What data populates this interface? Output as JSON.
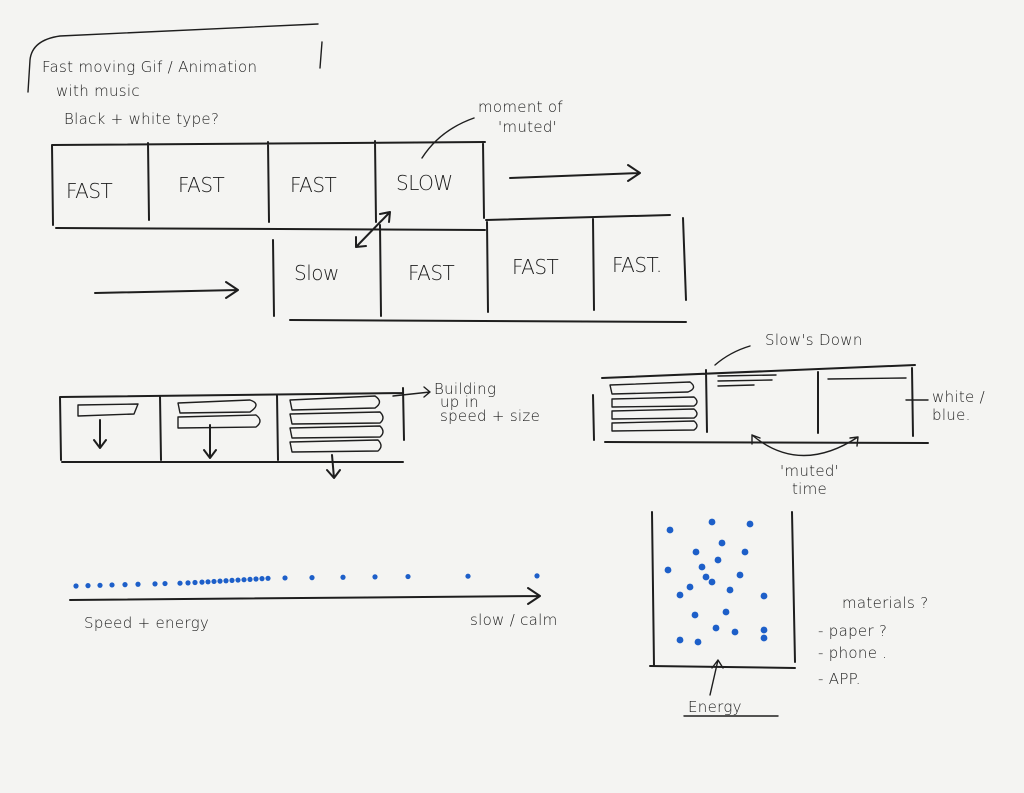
{
  "title_note": {
    "line1": "Fast moving Gif / Animation",
    "line2": "with music",
    "line3": "Black + white type?"
  },
  "storyboard_row1": {
    "frames": [
      "FAST",
      "FAST",
      "FAST",
      "SLOW"
    ],
    "annotation_line1": "moment of",
    "annotation_line2": "'muted'"
  },
  "storyboard_row2": {
    "frames": [
      "Slow",
      "FAST",
      "FAST",
      "FAST."
    ]
  },
  "building_sketch": {
    "annotation_line1": "Building",
    "annotation_line2": "up in",
    "annotation_line3": "speed + size"
  },
  "slowdown_sketch": {
    "top_annotation": "Slow's Down",
    "side_annotation_line1": "white /",
    "side_annotation_line2": "blue.",
    "bottom_annotation_line1": "'muted'",
    "bottom_annotation_line2": "time"
  },
  "dot_timeline": {
    "left_label": "Speed + energy",
    "right_label": "slow / calm"
  },
  "scatter_sketch": {
    "label": "Energy"
  },
  "materials": {
    "heading": "materials ?",
    "items": [
      "- paper ?",
      "- phone .",
      "- APP."
    ]
  },
  "colors": {
    "ink": "#1e1e1e",
    "dots": "#1d5fc9",
    "paper": "#f4f4f2"
  }
}
